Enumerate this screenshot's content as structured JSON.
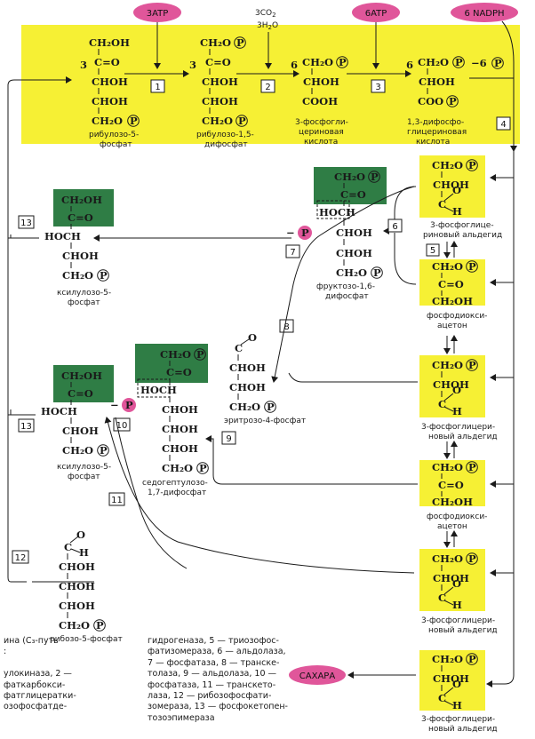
{
  "inputs": {
    "atp3": "3ATP",
    "co2": "3CO",
    "co2_sub": "2",
    "water": "3H",
    "water_sub": "2",
    "water_o": "O",
    "atp6": "6ATP",
    "nadph": "6 NADPH"
  },
  "sugar_output": "САХАРА",
  "step_numbers": [
    "1",
    "2",
    "3",
    "4",
    "5",
    "6",
    "7",
    "8",
    "9",
    "10",
    "11",
    "12",
    "13"
  ],
  "coefficients": {
    "c3": "3",
    "c3b": "3",
    "c6": "6",
    "c6b": "6",
    "minus6p": "−6"
  },
  "phosphate": "P",
  "minus": "−",
  "compounds": {
    "ribulose5p": "рибулозо-5-\nфосфат",
    "ribulose15": "рибулозо-1,5-\nдифосфат",
    "pga": "3-фосфогли-\nцериновая\nкислота",
    "bpga": "1,3-дифосфо-\nглицериновая\nкислота",
    "g3p_1": "3-фосфоглице-\nриновый альдегид",
    "dhap_1": "фосфодиокси-\nацетон",
    "fbp": "фруктозо-1,6-\nдифосфат",
    "xylulose_1": "ксилулозо-5-\nфосфат",
    "g3p_2": "3-фосфоглицери-\nновый альдегид",
    "e4p": "эритрозо-4-фосфат",
    "sbp": "седогептулозо-\n1,7-дифосфат",
    "xylulose_2": "ксилулозо-5-\nфосфат",
    "dhap_2": "фосфодиокси-\nацетон",
    "g3p_3": "3-фосфоглицери-\nновый альдегид",
    "ribose5p": "рибозо-5-фосфат",
    "g3p_4": "3-фосфоглицери-\nновый альдегид"
  },
  "formula_text": {
    "ch2oh": "CH₂OH",
    "ch2o": "CH₂O",
    "co": "C=O",
    "choh": "CHOH",
    "hoch": "HOCH",
    "cooh": "COOH",
    "coo": "COO",
    "choh_bold": "CHOH",
    "c": "C",
    "o": "O",
    "h": "H"
  },
  "legend": {
    "col1": "ина (С₃-путь\n:\n\nулокиназа, 2 —\nфаткарбокси-\nфатглицератки-\nозофосфатде-",
    "col2": "гидрогеназа, 5 — триозофос-\nфатизомераза, 6 — альдолаза,\n7 — фосфатаза, 8 — транске-\nтолаза, 9 — альдолаза, 10 —\nфосфатаза, 11 — транскето-\nлаза, 12 — рибозофосфати-\nзомераза, 13 — фосфокетопен-\nтозоэпимераза"
  },
  "colors": {
    "tile_yellow": "#f6f034",
    "tile_green": "#2f7d45",
    "badge_pink": "#e0569a",
    "ink": "#1a1a1a"
  }
}
